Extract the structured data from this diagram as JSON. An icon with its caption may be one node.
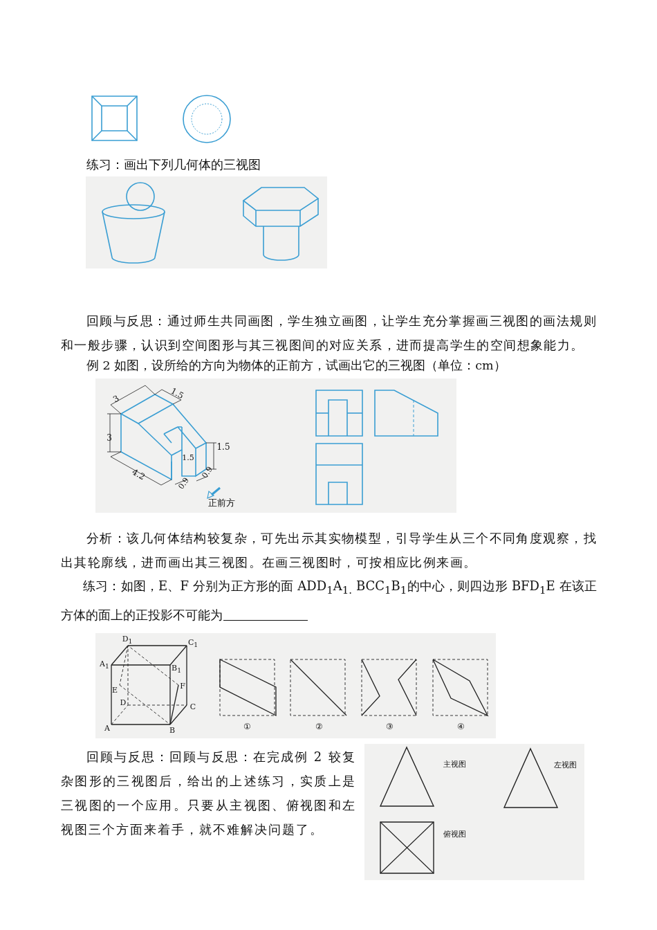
{
  "diagram": {
    "labels": [
      "练习：画出下列几何体的三视图",
      "回顾与反思：通过师生共同画图，学生独立画图，让学生充分掌握画三视图的画法规则和一般步骤，认识到空间图形与其三视图间的对应关系，进而提高学生的空间想象能力。",
      "例 2 如图，设所给的方向为物体的正前方，试画出它的三视图（单位：cm）",
      "3",
      "1.5",
      "3",
      "1.5",
      "1.5",
      "4.2",
      "0.9",
      "0.9",
      "正前方",
      "分析：该几何体结构较复杂，可先出示其实物模型，引导学生从三个不同角度观察，找出其轮廓线，进而画出其三视图。在画三视图时，可按相应比例来画。",
      "练习：如图，E、F 分别为正方形的面 ADD$_{1}$A$_{1.}$ BCC$_{1}$B$_{1}$的中心，则四边形 BFD$_{1}$E 在该正方体的面上的正投影不可能为",
      "D$_{1}$",
      "C$_{1}$",
      "A$_{1}$",
      "B$_{1}$",
      "E",
      "F",
      "D",
      "C",
      "A",
      "B",
      "①",
      "②",
      "③",
      "④",
      "回顾与反思：回顾与反思：在完成例 2 较复杂图形的三视图后，给出的上述练习，实质上是三视图的一个应用。只要从主视图、俯视图和左视图三个方面来着手，就不难解决问题了。",
      "主视图",
      "左视图",
      "俯视图"
    ]
  }
}
